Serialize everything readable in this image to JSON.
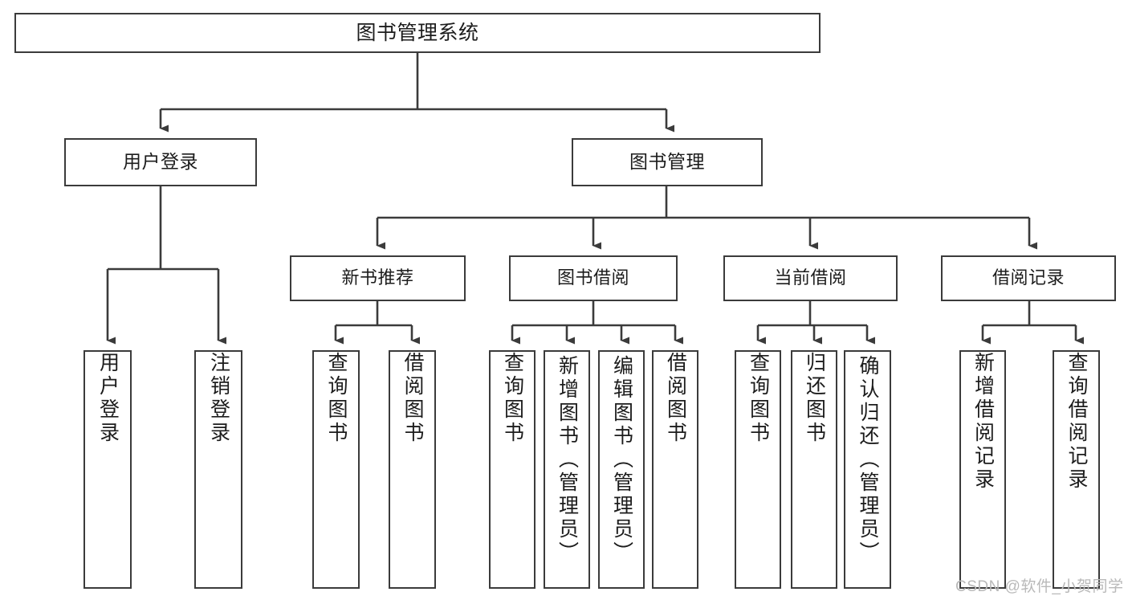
{
  "diagram": {
    "title": "图书管理系统",
    "type": "hierarchy-tree",
    "watermark": "CSDN @软件_小贺同学",
    "colors": {
      "stroke": "#3b3b3b",
      "box_fill": "#ffffff",
      "text": "#1c1c1c",
      "watermark": "#b9b9b9",
      "background": "#ffffff"
    },
    "nodes": {
      "root": {
        "label": "图书管理系统"
      },
      "level1": [
        {
          "id": "user-login",
          "label": "用户登录"
        },
        {
          "id": "book-manage",
          "label": "图书管理"
        }
      ],
      "level2": [
        {
          "id": "new-book-recommend",
          "label": "新书推荐"
        },
        {
          "id": "book-borrow",
          "label": "图书借阅"
        },
        {
          "id": "current-borrow",
          "label": "当前借阅"
        },
        {
          "id": "borrow-record",
          "label": "借阅记录"
        }
      ],
      "leaves": {
        "user_login": [
          {
            "id": "leaf-user-login",
            "label": "用户登录"
          },
          {
            "id": "leaf-logout-login",
            "label": "注销登录"
          }
        ],
        "new_book_recommend": [
          {
            "id": "leaf-query-book-1",
            "label": "查询图书"
          },
          {
            "id": "leaf-borrow-book-1",
            "label": "借阅图书"
          }
        ],
        "book_borrow": [
          {
            "id": "leaf-query-book-2",
            "label": "查询图书"
          },
          {
            "id": "leaf-add-book",
            "label": "新增图书（管理员）"
          },
          {
            "id": "leaf-edit-book",
            "label": "编辑图书（管理员）"
          },
          {
            "id": "leaf-borrow-book-2",
            "label": "借阅图书"
          }
        ],
        "current_borrow": [
          {
            "id": "leaf-query-book-3",
            "label": "查询图书"
          },
          {
            "id": "leaf-return-book",
            "label": "归还图书"
          },
          {
            "id": "leaf-confirm-return",
            "label": "确认归还（管理员）"
          }
        ],
        "borrow_record": [
          {
            "id": "leaf-add-record",
            "label": "新增借阅记录"
          },
          {
            "id": "leaf-query-record",
            "label": "查询借阅记录"
          }
        ]
      }
    }
  }
}
